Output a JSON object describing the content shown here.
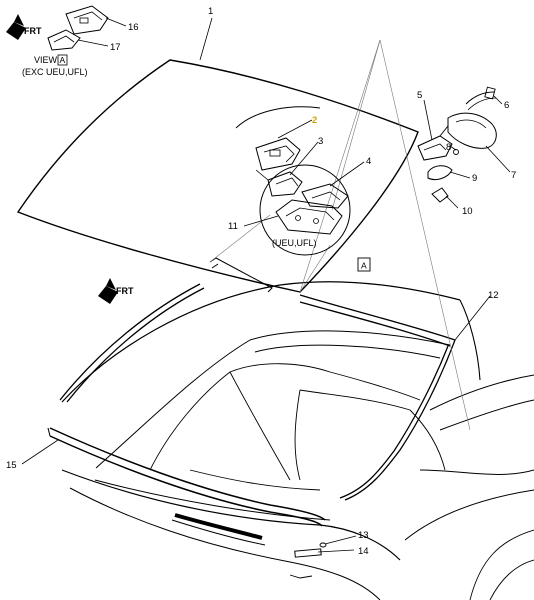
{
  "callouts": {
    "c1": "1",
    "c2": "2",
    "c3": "3",
    "c4": "4",
    "c5": "5",
    "c6": "6",
    "c7": "7",
    "c8": "8",
    "c9": "9",
    "c10": "10",
    "c11": "11",
    "c12": "12",
    "c13": "13",
    "c14": "14",
    "c15": "15",
    "c16": "16",
    "c17": "17"
  },
  "labels": {
    "view_word": "VIEW",
    "view_letter": "A",
    "view_condition": "(EXC UEU,UFL)",
    "inset_condition": "(UEU,UFL)",
    "ref_box_letter": "A",
    "front_arrow_top": "FRT",
    "front_arrow_mid": "FRT"
  },
  "colors": {
    "line": "#000000",
    "highlight": "#c9a400",
    "background": "#ffffff"
  }
}
